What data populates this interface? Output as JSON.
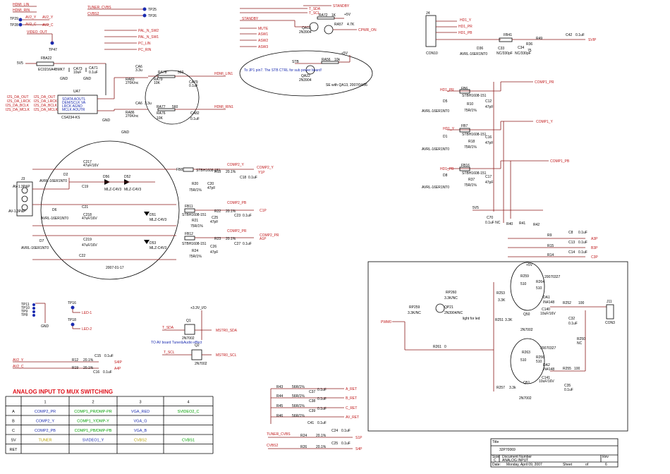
{
  "colors": {
    "wire": "#8b1a1a",
    "net": "#c0181a",
    "note": "#1a2bb0",
    "ink": "#000000",
    "heading": "#e0111a",
    "green": "#00a000",
    "yellow": "#b8a000"
  },
  "top": {
    "hdmi_lin": "HDMI_LIN",
    "hdmi_rin": "HDMI_RIN",
    "tuner_cvbs": "TUNER_CVBS",
    "cvbs2": "CVBS2",
    "tp25": "TP25",
    "tp26": "TP26",
    "tp29": "TP29",
    "tp28": "TP28",
    "av2_y": "AV2_Y",
    "av2_c": "AV2_C",
    "video_out": "VIDEO_OUT",
    "tp47": "TP47",
    "pal_n_sw2": "PAL_N_SW2",
    "pal_n_sw1": "PAL_N_SW1",
    "pc_lin": "PC_LIN",
    "pc_rin": "PC_RIN"
  },
  "stb": {
    "t_sda": "T_SDA",
    "t_scl": "T_SCL",
    "standby_net": "STANDBY",
    "standby": "STANDBY",
    "mute": "MUTE",
    "asw1": "ASW1",
    "asw2": "ASW2",
    "asw3": "ASW3",
    "stb": "STB",
    "plus5v": "+5V",
    "qa13": "QA13",
    "qa13_part": "2N3904",
    "ra72": "RA72",
    "ra72_val": "1K",
    "ra57": "RA57",
    "ra57_val": "4.7K",
    "cpwr_on": "CPWR_ON",
    "ra56": "RA56",
    "ra56_val": "10k",
    "qa22": "QA22",
    "qa22_part": "2N3904",
    "bubble_note": "To JP1 pin7. The STB CTRL for sub power board!",
    "se_note": "SE with QA13, 2007/04/06"
  },
  "audio": {
    "v5": "5V5",
    "fba22": "FBA22",
    "fba22_part": "EC0216A4BMK7",
    "ca73": "CA73",
    "ca73_val": "10uF",
    "ca71": "CA71",
    "ca71_val": "0.1uF",
    "ua7": "UA7",
    "ua7_part": "CS4234-KS",
    "pins": [
      "SDATA AOUTL",
      "DEM/SCLK VA",
      "LRCK AGND",
      "MCLK AOUTR"
    ],
    "i2s_dout": "I2S_DA_OUT",
    "i2s_lrck": "I2S_DA_LRCK",
    "i2s_bclk": "I2S_DA_BCLK",
    "i2s_mclk": "I2S_DA_MCLK",
    "ca6_a": "CA6",
    "ca6_a_val": "3.3u",
    "ra78": "RA78",
    "ra78_val": "560",
    "ra83": "RA83",
    "ra83_val": "270K/nc",
    "ra79": "RA79",
    "ra79_val": "10K",
    "ca79": "CA79",
    "ca79_val": "0.1uF",
    "ca6_b": "CA6",
    "ca6_b_val": "3.3u",
    "ra77": "RA77",
    "ra77_val": "560",
    "ra86": "RA86",
    "ra86_val": "270K/nc",
    "ra76": "RA76",
    "ra76_val": "10K",
    "ca82": "CA82",
    "ca82_val": "0.1uF",
    "hdmi_lin": "HDMI_LIN1",
    "hdmi_rin": "HDMI_RIN1",
    "gnd": "GND"
  },
  "avin": {
    "j3": "J3",
    "j3_part": "AV-1.3P&P",
    "d2": "D2",
    "d2_part": "AVRL-16ER1NT0",
    "c217": "C217",
    "c217_val": "47uF/16V",
    "d56": "D56",
    "d52": "D52",
    "d56_part": "MLZ-C4V3",
    "d52_part": "MLZ-C4V3",
    "c19": "C19",
    "d6": "D6",
    "d6_part": "AVRL-16ER1NT0",
    "c21": "C21",
    "c218": "C218",
    "c218_val": "47uF/16V",
    "d51": "D51",
    "d51_part": "MLZ-C4V3",
    "d7": "D7",
    "d7_part": "AVRL-16ER1NT0",
    "c219": "C219",
    "c219_val": "47uF/16V",
    "d53": "D53",
    "d53_part": "MLZ-C4V3",
    "c22": "C22",
    "date": "2007-01-17",
    "fb8": "FB8",
    "fb8_part": "STBH1608-151",
    "fb11": "FB11",
    "fb11_part": "STBH1608-151",
    "fb12": "FB12",
    "fb12_part": "STBH1608-151",
    "r13": "R13",
    "r13_val": "20.1%",
    "r20": "R20",
    "r20_val": "75R/1%",
    "c20": "C20",
    "c20_val": "47pF",
    "c18": "C18",
    "c18_val": "0.1uF",
    "r22": "R22",
    "r22_val": "20.1%",
    "r21": "R21",
    "r21_val": "75R/1%",
    "c25": "C25",
    "c25_val": "47pF",
    "c23": "C23",
    "c23_val": "0.1uF",
    "r23": "R23",
    "r23_val": "20.1%",
    "r24": "R24",
    "r24_val": "75R/1%",
    "c26": "C26",
    "c26_val": "47pF",
    "c27": "C27",
    "c27_val": "0.1uF",
    "comp2_y": "COMP2_Y",
    "comp2_pb": "COMP2_PB",
    "comp2_pr": "COMP2_PR",
    "y1p": "Y1P",
    "c1p": "C1P",
    "a1p": "A1P"
  },
  "hd": {
    "j4": "J4",
    "con10": "CON10",
    "hd1_y": "HD1_Y",
    "hd1_pr": "HD1_PR",
    "hd1_pb": "HD1_PB",
    "fb41": "FB41",
    "r49": "R49",
    "c42": "C42",
    "c42_val": "0.1uF",
    "svip": "SVIP",
    "d36": "D36",
    "d36_part": "AVRL-16ER1NT0",
    "c33": "C33",
    "c33_val": "NC/330pF",
    "c34": "C34",
    "c34_val": "NC/330pF",
    "r36": "R36",
    "r36_val": "75"
  },
  "comp1": {
    "fb6": "FB6",
    "fb7": "FB7",
    "fb16": "FB16",
    "fb_part": "STBH1608-151",
    "d5": "D5",
    "d1": "D1",
    "d8": "D8",
    "d_part": "AVRL-16ER1NT0",
    "r10": "R10",
    "r18": "R18",
    "r37": "R37",
    "r_val": "75R/1%",
    "c12": "C12",
    "c16": "C16",
    "c17": "C17",
    "c_val": "47pF",
    "hd1_pr": "HD1_PR",
    "hd1_y": "HD1_Y",
    "hd1_pb": "HD1_PB",
    "comp1_pr": "COMP1_PR",
    "comp1_y": "COMP1_Y",
    "comp1_pb": "COMP1_PB",
    "v5": "5V5",
    "c70": "C70",
    "c70_val": "0.1uF NC",
    "r40": "R40",
    "r41": "R41",
    "r42": "R42",
    "r9": "R9",
    "r15": "R15",
    "r14": "R14",
    "c8": "C8",
    "c13": "C13",
    "c14": "C14",
    "cap_val": "0.1uF",
    "a3p": "A3P",
    "b3p": "B3P",
    "c3p": "C3P"
  },
  "led": {
    "v5": "+5V",
    "date1": "20070327",
    "date2": "20070327",
    "r259": "R259",
    "r264": "R264",
    "r264_val": "510",
    "r259_val": "510",
    "rp260": "RP260",
    "rp260_val": "3.3K/NC",
    "r253": "R253",
    "r253_val": "3.3K",
    "rp259": "RP259",
    "rp259_val": "3.3K/NC",
    "qp21": "QP21",
    "qp21_part": "2N3904/NC",
    "pwm": "PWM0",
    "light_note": "light for led",
    "r251": "R251",
    "r251_val": "3.3K",
    "q50": "Q50",
    "q50_part": "2N7002",
    "r261": "R261",
    "r261_val": "0",
    "da1": "DA1",
    "da1_part": "IN4148",
    "c140": "C140",
    "c140_val": "10uF/16V",
    "r252": "R252",
    "r252_val": "100",
    "c32": "C32",
    "c32_val": "0.1uF",
    "j11": "J11",
    "con3": "CON3",
    "r250": "R250",
    "r250_val": "NC",
    "r263": "R263",
    "r256": "R256",
    "r_val510": "510",
    "da2": "DA2",
    "da2_part": "IN4148",
    "c141": "C141",
    "c141_val": "10uF/16V",
    "r255": "R255",
    "r255_val": "100",
    "c35": "C35",
    "c35_val": "0.1uF",
    "r257": "R257",
    "r257_val": "3.3k",
    "q51": "Q51",
    "q51_part": "2N7002"
  },
  "i2c": {
    "v33": "+3.3V_I/O",
    "q1": "Q1",
    "q1_part": "2N7002",
    "q2": "Q2",
    "q2_part": "2N7002",
    "t_sda": "T_SDA",
    "t_scl": "T_SCL",
    "mstr_sda": "MSTR0_SDA",
    "mstr_scl": "MSTR0_SCL",
    "note": "TO AV board Tuner&Audio effect"
  },
  "leds": {
    "tp11": "TP11",
    "tp10": "TP10",
    "tp9": "TP9",
    "tp8": "TP8",
    "tp16": "TP16",
    "tp18": "TP18",
    "led1": "LED-1",
    "led2": "LED-2",
    "gnd": "GND"
  },
  "av2": {
    "av2_y": "AV2_Y",
    "av2_c": "AV2_C",
    "r12": "R12",
    "r12_val": "20.1%",
    "r19": "R19",
    "r19_val": "20.1%",
    "c15": "C15",
    "c16": "C16",
    "cap_val": "0.1uF",
    "s4ip": "S4IP",
    "a4p": "A4P"
  },
  "bottom": {
    "r43": "R43",
    "r44": "R44",
    "r45": "R45",
    "r46": "R46",
    "r_val": "56R/1%",
    "c37": "C37",
    "c38": "C38",
    "c39": "C39",
    "c41": "C41",
    "c_val": "0.1uF",
    "a_ret": "A_RET",
    "b_ret": "B_RET",
    "c_ret": "C_RET",
    "av_ret": "AV_RET",
    "tuner_cvbs": "TUNER_CVBS",
    "cvbs2": "CVBS2",
    "r24": "R24",
    "r26": "R26",
    "r_pct": "20.1%",
    "c24": "C24",
    "c25": "C25",
    "s1p": "S1P",
    "s4p": "S4P"
  },
  "table": {
    "title": "ANALOG INPUT TO MUX SWITCHING",
    "headers": [
      "",
      "1",
      "2",
      "3",
      "4"
    ],
    "rows": [
      {
        "label": "A",
        "c1": "COMP2_PR",
        "c2": "COMP1_PR/DMP-PR",
        "c3": "VGA_RED",
        "c4": "SVIDEO2_C"
      },
      {
        "label": "B",
        "c1": "COMP2_Y",
        "c2": "COMP1_Y/DMP-Y",
        "c3": "VGA_G",
        "c4": ""
      },
      {
        "label": "C",
        "c1": "COMP2_PB",
        "c2": "COMP1_PB/DMP-PB",
        "c3": "VGA_B",
        "c4": ""
      },
      {
        "label": "SV",
        "c1": "TUNER",
        "c2": "SVIDEO1_Y",
        "c3": "CVBS2",
        "c4": "CVBS1"
      },
      {
        "label": "RET",
        "c1": "",
        "c2": "",
        "c3": "",
        "c4": ""
      }
    ]
  },
  "titleblock": {
    "title_label": "Title",
    "title": "32P70069",
    "size_label": "Size",
    "size": "C",
    "docnum_label": "Document Number",
    "docnum": "ANALOG INPUT",
    "rev_label": "Rev",
    "date_label": "Date:",
    "date": "Monday, April 09, 2007",
    "sheet_label": "Sheet",
    "sheet": "of",
    "sheet_total": "6"
  }
}
